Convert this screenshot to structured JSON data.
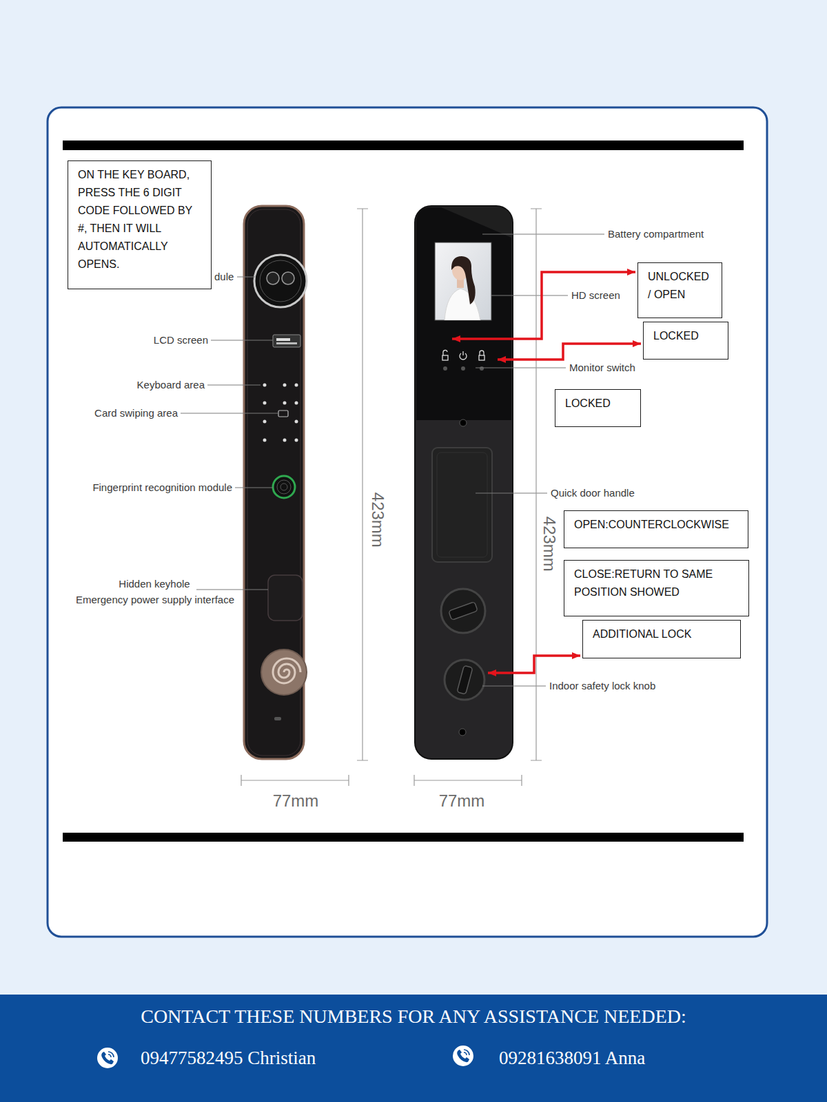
{
  "diagram": {
    "nodes": [
      {
        "text": [
          "ON THE KEY BOARD, PRESS THE 6 DIGIT CODE FOLLOWED BY #, THEN IT WILL AUTOMATICALLY OPENS."
        ]
      },
      {
        "text": [
          "UNLOCKED / OPEN"
        ]
      },
      {
        "text": [
          "LOCKED"
        ]
      },
      {
        "text": [
          "LOCKED"
        ]
      },
      {
        "text": [
          "OPEN:COUNTERCLOCKWISE"
        ]
      },
      {
        "text": [
          "CLOSE:RETURN TO SAME POSITION SHOWED"
        ]
      },
      {
        "text": [
          "ADDITIONAL LOCK"
        ]
      },
      {
        "text": [
          "CONTACT THESE NUMBERS FOR ANY ASSISTANCE NEEDED:",
          "09477582495 Christian",
          "09281638091 Anna"
        ]
      }
    ],
    "labels": [
      "dule",
      "LCD screen",
      "Keyboard area",
      "Card swiping area",
      "Fingerprint recognition module",
      "Hidden keyhole",
      "Emergency power supply interface",
      "423mm",
      "Battery compartment",
      "HD screen",
      "Monitor switch",
      "Quick door handle",
      "423mm",
      "Indoor safety lock knob",
      "77mm",
      "77mm"
    ]
  }
}
